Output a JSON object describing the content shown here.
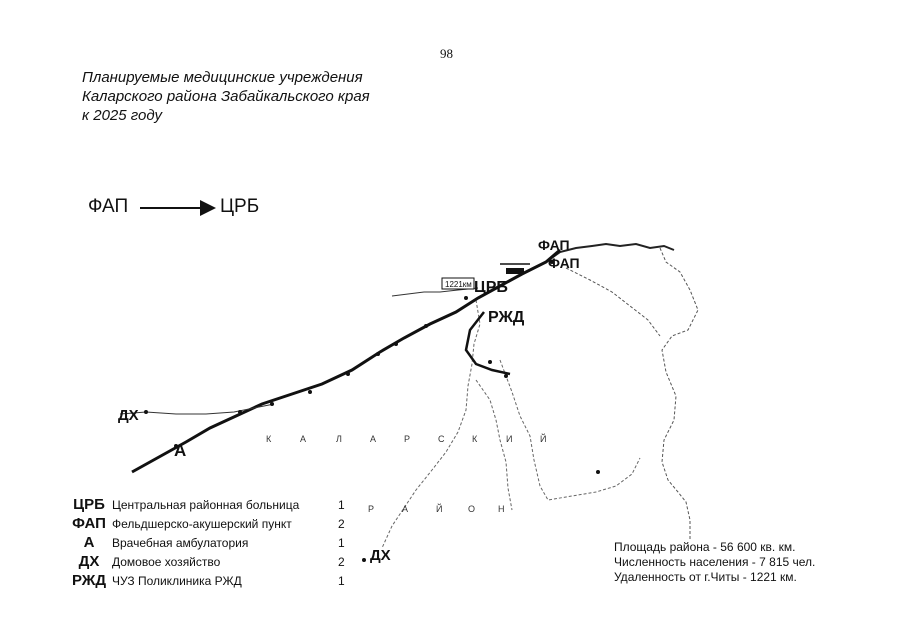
{
  "page_number": "98",
  "title": {
    "line1": "Планируемые медицинские учреждения",
    "line2": "Каларского района Забайкальского края",
    "line3": "к 2025 году"
  },
  "conversion_legend": {
    "from": "ФАП",
    "to": "ЦРБ"
  },
  "map": {
    "region_letters": [
      "К",
      "А",
      "Л",
      "А",
      "Р",
      "С",
      "К",
      "И",
      "Й"
    ],
    "region_letters_2": [
      "Р",
      "А",
      "Й",
      "О",
      "Н"
    ],
    "facility_labels": {
      "crb": "ЦРБ",
      "fap_1": "ФАП",
      "fap_2": "ФАП",
      "rzhd": "РЖД",
      "a": "А",
      "dh_1": "ДХ",
      "dh_2": "ДХ"
    },
    "distance_box": "1221км"
  },
  "legend": [
    {
      "abbr": "ЦРБ",
      "description": "Центральная районная больница",
      "count": "1"
    },
    {
      "abbr": "ФАП",
      "description": "Фельдшерско-акушерский пункт",
      "count": "2"
    },
    {
      "abbr": "А",
      "description": "Врачебная амбулатория",
      "count": "1"
    },
    {
      "abbr": "ДХ",
      "description": "Домовое хозяйство",
      "count": "2"
    },
    {
      "abbr": "РЖД",
      "description": "ЧУЗ Поликлиника РЖД",
      "count": "1"
    }
  ],
  "stats": {
    "area": "Площадь района - 56 600 кв. км.",
    "population": "Численность населения - 7 815 чел.",
    "distance": "Удаленность от г.Читы - 1221 км."
  },
  "colors": {
    "ink": "#111111",
    "border": "#555555",
    "paper": "#ffffff"
  }
}
